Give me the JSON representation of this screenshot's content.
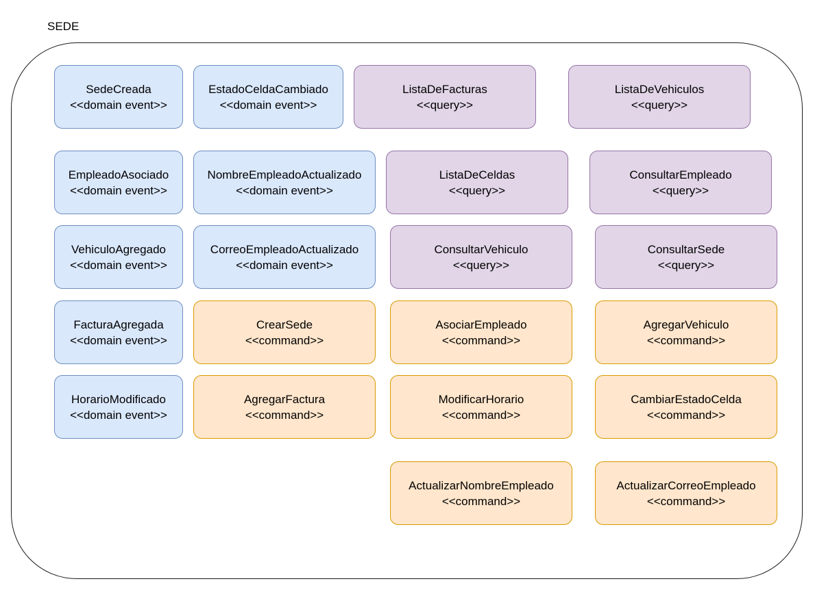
{
  "container": {
    "title": "SEDE"
  },
  "colors": {
    "domain_event_fill": "#dae8fc",
    "domain_event_stroke": "#6c8ebf",
    "query_fill": "#e1d5e7",
    "query_stroke": "#9673a6",
    "command_fill": "#ffe6cc",
    "command_stroke": "#d79b00"
  },
  "boxes": [
    {
      "name": "SedeCreada",
      "stereotype": "<<domain event>>",
      "kind": "event"
    },
    {
      "name": "EstadoCeldaCambiado",
      "stereotype": "<<domain event>>",
      "kind": "event"
    },
    {
      "name": "ListaDeFacturas",
      "stereotype": "<<query>>",
      "kind": "query"
    },
    {
      "name": "ListaDeVehiculos",
      "stereotype": "<<query>>",
      "kind": "query"
    },
    {
      "name": "EmpleadoAsociado",
      "stereotype": "<<domain event>>",
      "kind": "event"
    },
    {
      "name": "NombreEmpleadoActualizado",
      "stereotype": "<<domain event>>",
      "kind": "event"
    },
    {
      "name": "ListaDeCeldas",
      "stereotype": "<<query>>",
      "kind": "query"
    },
    {
      "name": "ConsultarEmpleado",
      "stereotype": "<<query>>",
      "kind": "query"
    },
    {
      "name": "VehiculoAgregado",
      "stereotype": "<<domain event>>",
      "kind": "event"
    },
    {
      "name": "CorreoEmpleadoActualizado",
      "stereotype": "<<domain event>>",
      "kind": "event"
    },
    {
      "name": "ConsultarVehiculo",
      "stereotype": "<<query>>",
      "kind": "query"
    },
    {
      "name": "ConsultarSede",
      "stereotype": "<<query>>",
      "kind": "query"
    },
    {
      "name": "FacturaAgregada",
      "stereotype": "<<domain event>>",
      "kind": "event"
    },
    {
      "name": "CrearSede",
      "stereotype": "<<command>>",
      "kind": "command"
    },
    {
      "name": "AsociarEmpleado",
      "stereotype": "<<command>>",
      "kind": "command"
    },
    {
      "name": "AgregarVehiculo",
      "stereotype": "<<command>>",
      "kind": "command"
    },
    {
      "name": "HorarioModificado",
      "stereotype": "<<domain event>>",
      "kind": "event"
    },
    {
      "name": "AgregarFactura",
      "stereotype": "<<command>>",
      "kind": "command"
    },
    {
      "name": "ModificarHorario",
      "stereotype": "<<command>>",
      "kind": "command"
    },
    {
      "name": "CambiarEstadoCelda",
      "stereotype": "<<command>>",
      "kind": "command"
    },
    {
      "name": "ActualizarNombreEmpleado",
      "stereotype": "<<command>>",
      "kind": "command"
    },
    {
      "name": "ActualizarCorreoEmpleado",
      "stereotype": "<<command>>",
      "kind": "command"
    }
  ]
}
